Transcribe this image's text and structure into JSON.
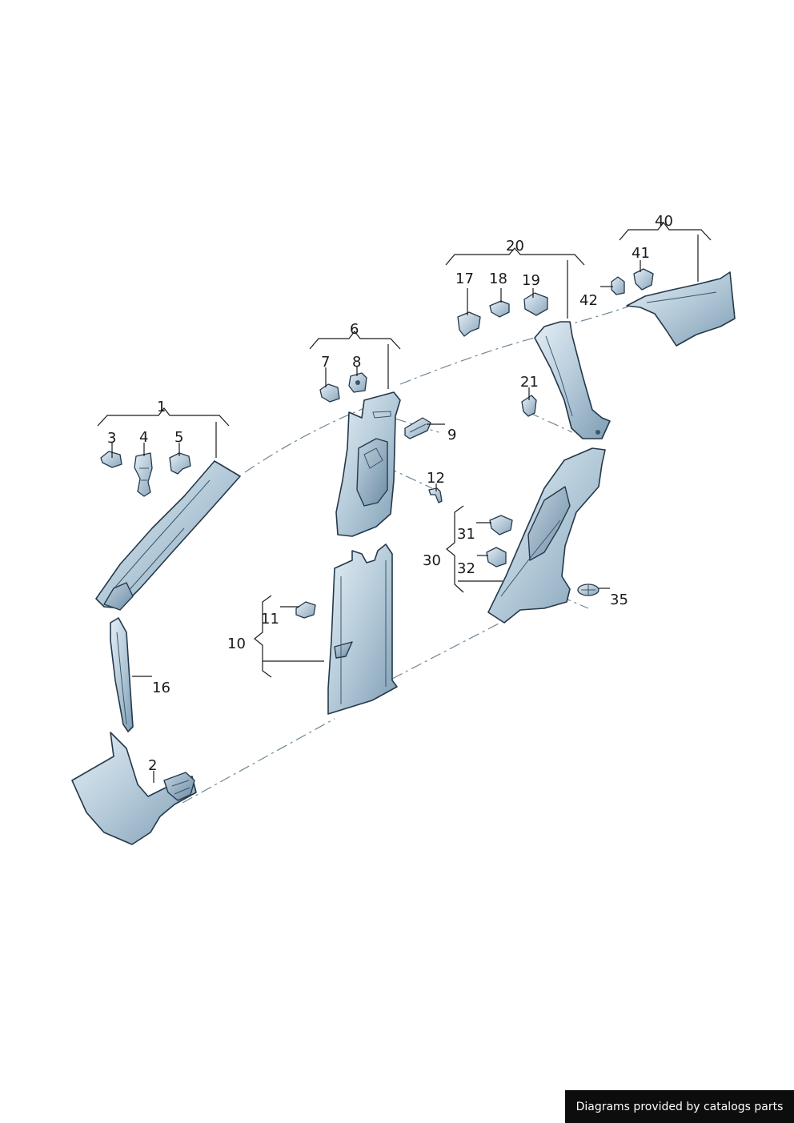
{
  "callouts": {
    "c1": "1",
    "c2": "2",
    "c3": "3",
    "c4": "4",
    "c5": "5",
    "c6": "6",
    "c7": "7",
    "c8": "8",
    "c9": "9",
    "c10": "10",
    "c11": "11",
    "c12": "12",
    "c16": "16",
    "c17": "17",
    "c18": "18",
    "c19": "19",
    "c20": "20",
    "c21": "21",
    "c30": "30",
    "c31": "31",
    "c32": "32",
    "c35": "35",
    "c40": "40",
    "c41": "41",
    "c42": "42"
  },
  "credit": "Diagrams provided by catalogs parts",
  "colors": {
    "part_light": "#dbe8f1",
    "part_mid": "#9fb9cc",
    "part_dark": "#6f8ea6",
    "outline": "#24384a",
    "banner_bg": "#0d0d0d",
    "banner_text": "#ffffff"
  }
}
